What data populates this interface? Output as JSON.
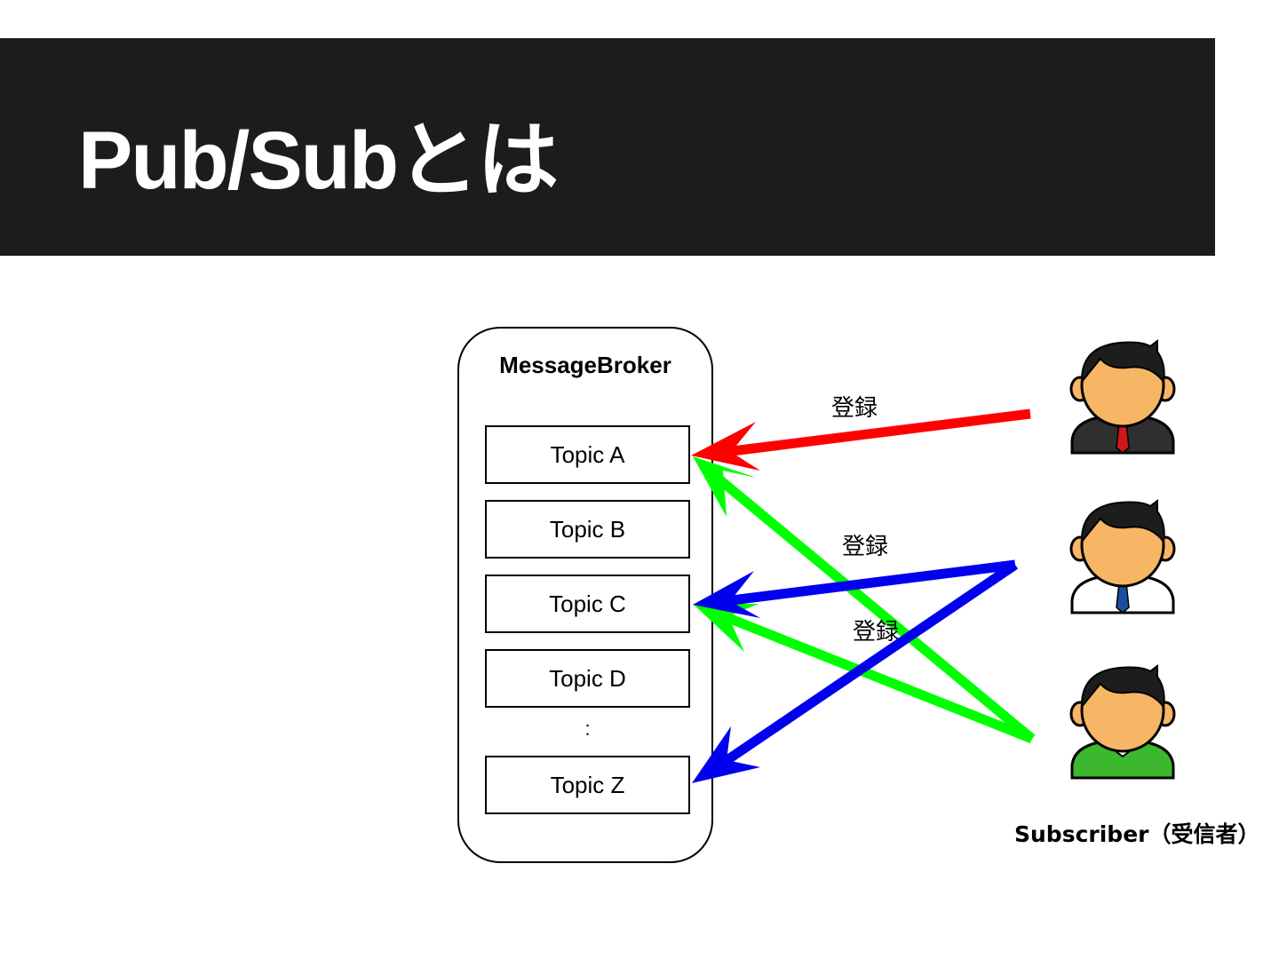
{
  "slide": {
    "title": "Pub/Subとは"
  },
  "broker": {
    "title": "MessageBroker",
    "topics": [
      "Topic A",
      "Topic B",
      "Topic C",
      "Topic D",
      "Topic Z"
    ],
    "ellipsis": ":"
  },
  "arrows": {
    "labels": [
      "登録",
      "登録",
      "登録"
    ]
  },
  "subscribers": {
    "caption": "Subscriber（受信者）",
    "people": [
      {
        "icon": "person-red-tie-icon",
        "shirt_color": "#2f2f2f",
        "tie_color": "#d01818"
      },
      {
        "icon": "person-blue-tie-icon",
        "shirt_color": "#ffffff",
        "tie_color": "#1a4fa0"
      },
      {
        "icon": "person-green-shirt-icon",
        "shirt_color": "#3cb82f"
      }
    ]
  },
  "colors": {
    "title_bar": "#1c1c1c",
    "red_arrow": "#ff0000",
    "green_arrow": "#00ff00",
    "blue_arrow": "#0000ee"
  }
}
